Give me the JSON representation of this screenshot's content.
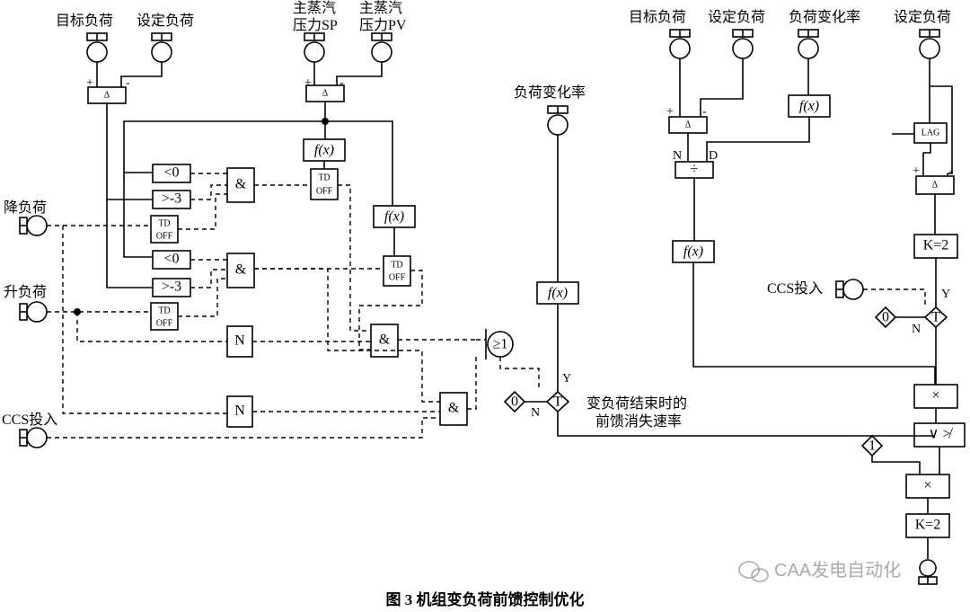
{
  "labels": {
    "target_load_1": "目标负荷",
    "set_load_1": "设定负荷",
    "main_steam_sp_l1": "主蒸汽",
    "main_steam_sp_l2": "压力SP",
    "main_steam_pv_l1": "主蒸汽",
    "main_steam_pv_l2": "压力PV",
    "load_rate_mid": "负荷变化率",
    "target_load_2": "目标负荷",
    "set_load_2": "设定负荷",
    "load_rate_2": "负荷变化率",
    "set_load_3": "设定负荷",
    "decrease_load": "降负荷",
    "increase_load": "升负荷",
    "ccs_in_left": "CCS投入",
    "ccs_in_right": "CCS投入",
    "ff_rate_l1": "变负荷结束时的",
    "ff_rate_l2": "前馈消失速率"
  },
  "blocks": {
    "delta": "Δ",
    "fx": "f(x)",
    "lt0": "<0",
    "gtm3": ">-3",
    "td": "TD",
    "off": "OFF",
    "and": "&",
    "not": "N",
    "or": "≥1",
    "t": "T",
    "zero": "0",
    "one": "1",
    "lag": "LAG",
    "div": "÷",
    "mul": "×",
    "k2": "K=2",
    "minmax": "∨ ≯"
  },
  "pins": {
    "plus": "+",
    "minus": "-",
    "y": "Y",
    "n": "N",
    "d": "D"
  },
  "caption": "图 3  机组变负荷前馈控制优化",
  "watermark": "CAA发电自动化"
}
